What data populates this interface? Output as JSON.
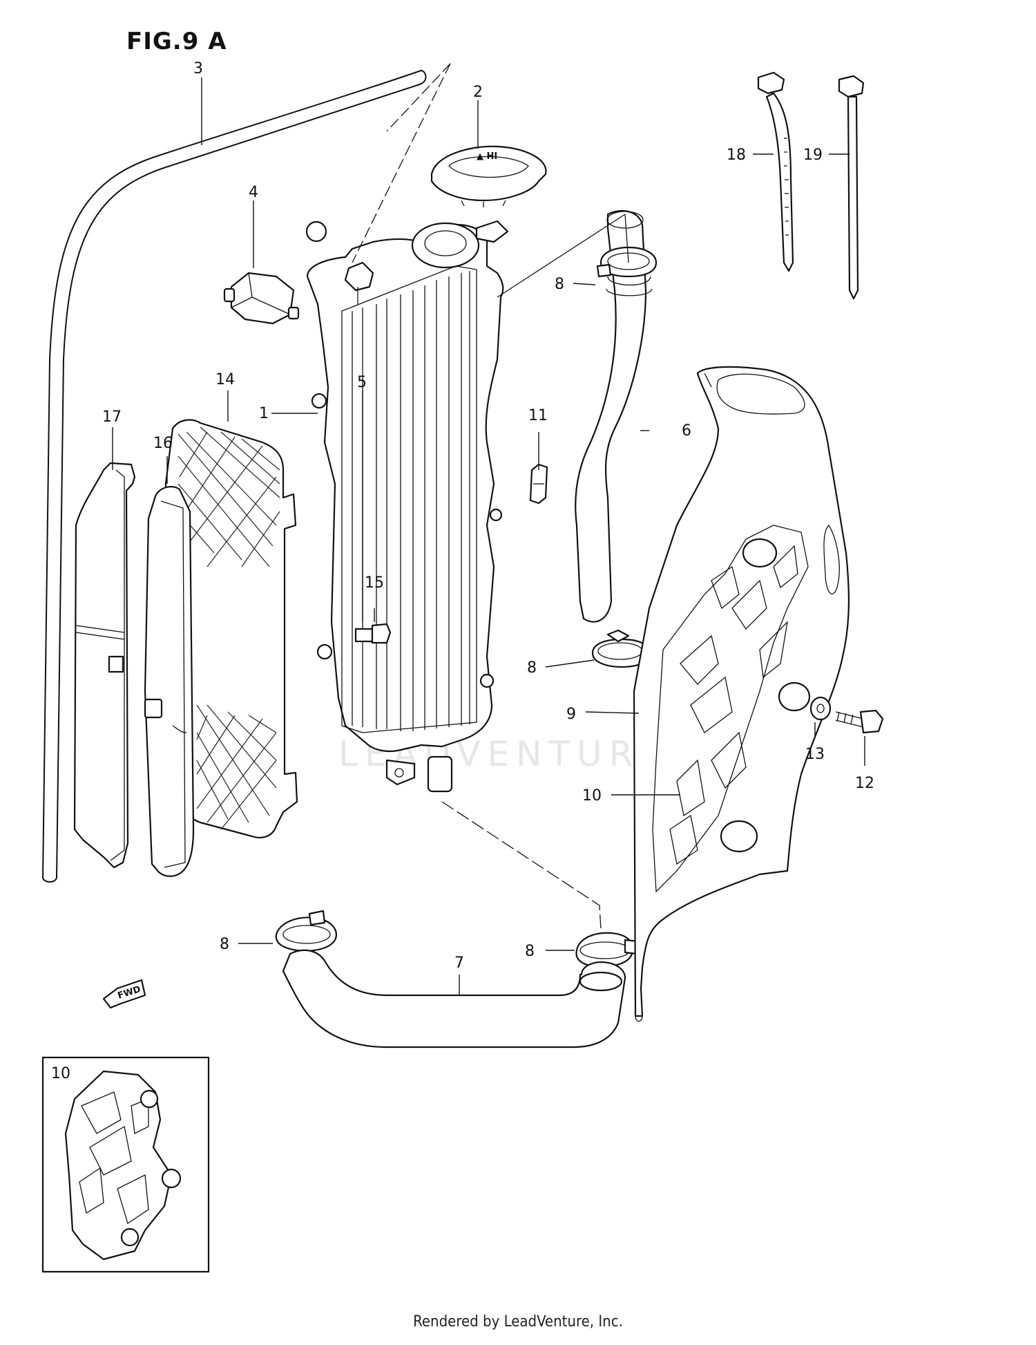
{
  "figure": {
    "title": "FIG.9 A"
  },
  "watermark": "LEADVENTURE",
  "footer": "Rendered by LeadVenture, Inc.",
  "fwd_label": "FWD",
  "inset": {
    "label": "10"
  },
  "callouts": {
    "c1": "1",
    "c2": "2",
    "c3": "3",
    "c4": "4",
    "c5": "5",
    "c6": "6",
    "c7": "7",
    "c8a": "8",
    "c8b": "8",
    "c8c": "8",
    "c8d": "8",
    "c9": "9",
    "c10": "10",
    "c11": "11",
    "c12": "12",
    "c13": "13",
    "c14": "14",
    "c15": "15",
    "c16": "16",
    "c17": "17",
    "c18": "18",
    "c19": "19"
  },
  "colors": {
    "ink": "#111111",
    "paper": "#ffffff",
    "watermark": "#e6e6e6"
  }
}
